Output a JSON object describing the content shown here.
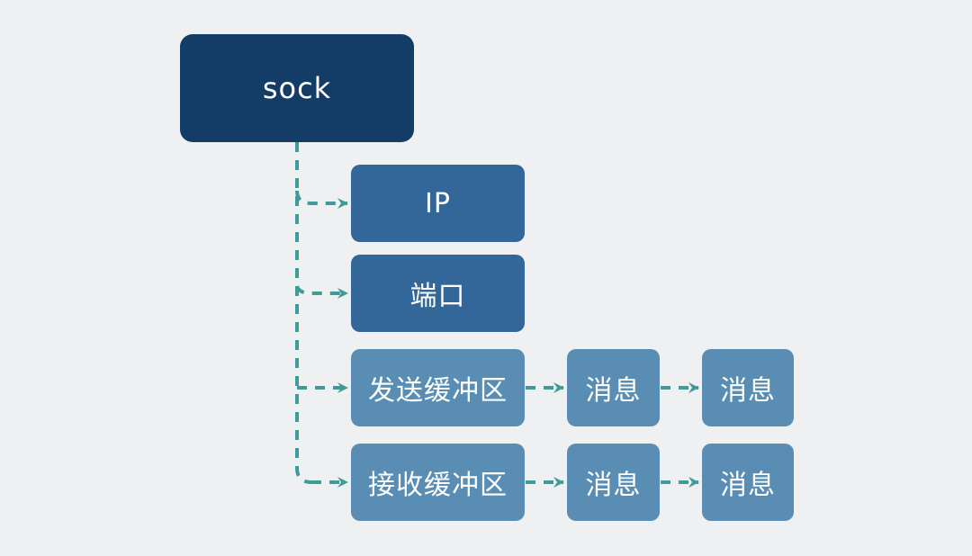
{
  "diagram": {
    "root": {
      "label": "sock"
    },
    "fields": [
      {
        "label": "IP"
      },
      {
        "label": "端口"
      }
    ],
    "buffers": [
      {
        "label": "发送缓冲区",
        "messages": [
          "消息",
          "消息"
        ]
      },
      {
        "label": "接收缓冲区",
        "messages": [
          "消息",
          "消息"
        ]
      }
    ]
  },
  "colors": {
    "background": "#eff0f2",
    "root": "#133d66",
    "field": "#336699",
    "buffer": "#5a8db3",
    "connector": "#3f9a98"
  }
}
